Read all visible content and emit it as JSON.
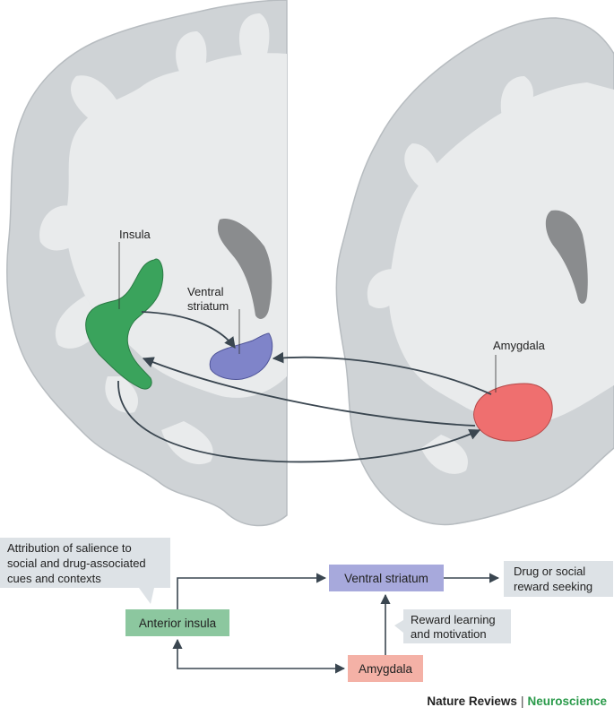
{
  "labels": {
    "insula": "Insula",
    "ventral_striatum_line1": "Ventral",
    "ventral_striatum_line2": "striatum",
    "amygdala": "Amygdala"
  },
  "flow": {
    "note_salience": [
      "Attribution of salience to",
      "social and drug-associated",
      "cues and contexts"
    ],
    "anterior_insula": "Anterior insula",
    "ventral_striatum": "Ventral striatum",
    "amygdala": "Amygdala",
    "drug_social": [
      "Drug or social",
      "reward seeking"
    ],
    "reward_learning": [
      "Reward learning",
      "and motivation"
    ]
  },
  "colors": {
    "insula": "#3aa35c",
    "striatum": "#7f84c9",
    "amygdala": "#ef6f6f",
    "insula_box": "#8cc79f",
    "striatum_box": "#a7a9dc",
    "amygdala_box": "#f4b1a6",
    "note_box": "#dde2e6"
  },
  "credit": {
    "publisher": "Nature Reviews",
    "separator": "|",
    "journal": "Neuroscience"
  }
}
